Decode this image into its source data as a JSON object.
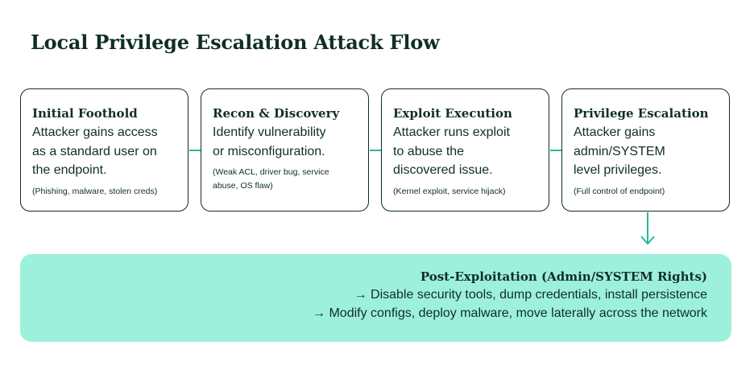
{
  "title": "Local Privilege Escalation Attack Flow",
  "steps": [
    {
      "heading": "Initial Foothold",
      "body": [
        "Attacker gains access",
        "as a standard user on",
        "the endpoint."
      ],
      "note": [
        "(Phishing, malware, stolen creds)"
      ]
    },
    {
      "heading": "Recon & Discovery",
      "body": [
        "Identify vulnerability",
        "or misconfiguration."
      ],
      "note": [
        "(Weak ACL, driver bug, service",
        "abuse, OS flaw)"
      ]
    },
    {
      "heading": "Exploit Execution",
      "body": [
        "Attacker runs exploit",
        "to abuse the",
        "discovered issue."
      ],
      "note": [
        "(Kernel exploit, service hijack)"
      ]
    },
    {
      "heading": "Privilege Escalation",
      "body": [
        "Attacker gains",
        "admin/SYSTEM",
        "level privileges."
      ],
      "note": [
        "(Full control of endpoint)"
      ]
    }
  ],
  "result": {
    "heading": "Post-Exploitation (Admin/SYSTEM Rights)",
    "lines": [
      "→ Disable security tools, dump credentials, install persistence",
      "→ Modify configs, deploy malware, move laterally across the network"
    ]
  },
  "colors": {
    "text": "#0f2e27",
    "connector": "#27b79d",
    "result_background": "#9df0dc"
  }
}
